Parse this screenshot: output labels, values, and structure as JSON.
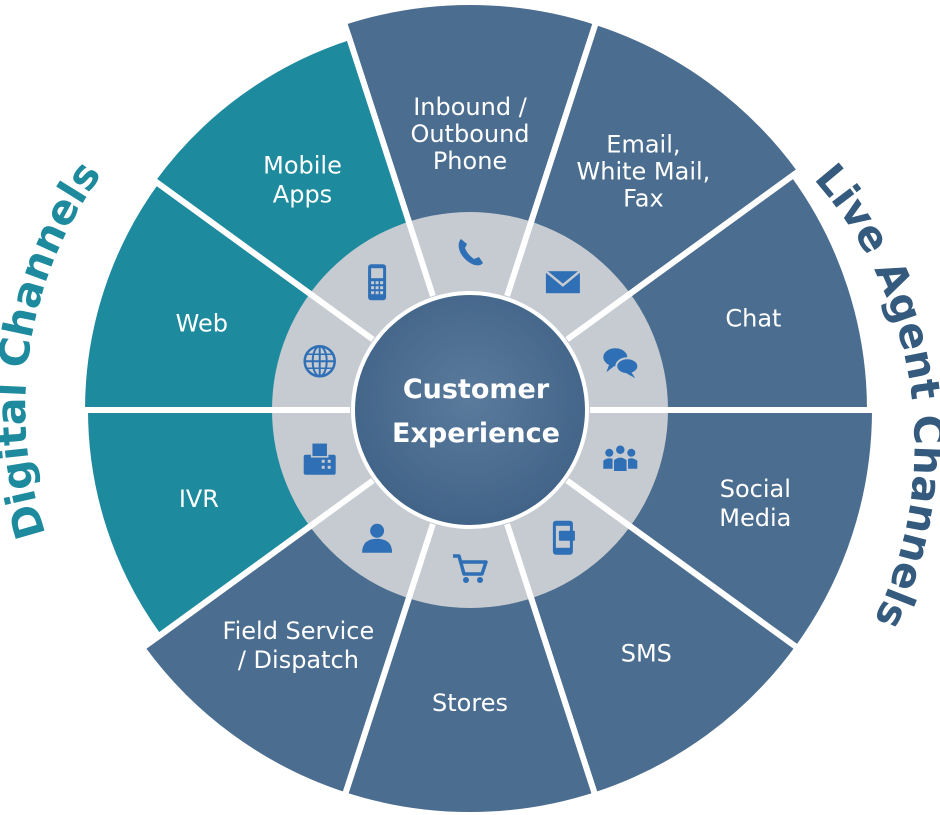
{
  "center": {
    "line1": "Customer",
    "line2": "Experience"
  },
  "side_titles": {
    "left": "Digital Channels",
    "right": "Live Agent Channels"
  },
  "segments": [
    {
      "id": "inbound-outbound-phone",
      "lines": [
        "Inbound /",
        "Outbound",
        "Phone"
      ],
      "icon": "phone-icon",
      "group": "live"
    },
    {
      "id": "email-white-mail-fax",
      "lines": [
        "Email,",
        "White Mail,",
        "Fax"
      ],
      "icon": "envelope-icon",
      "group": "live"
    },
    {
      "id": "chat",
      "lines": [
        "Chat"
      ],
      "icon": "chat-bubbles-icon",
      "group": "live"
    },
    {
      "id": "social-media",
      "lines": [
        "Social",
        "Media"
      ],
      "icon": "people-group-icon",
      "group": "live"
    },
    {
      "id": "sms",
      "lines": [
        "SMS"
      ],
      "icon": "smartphone-message-icon",
      "group": "live"
    },
    {
      "id": "stores",
      "lines": [
        "Stores"
      ],
      "icon": "shopping-cart-icon",
      "group": "live"
    },
    {
      "id": "field-service-dispatch",
      "lines": [
        "Field Service",
        "/ Dispatch"
      ],
      "icon": "person-icon",
      "group": "live"
    },
    {
      "id": "ivr",
      "lines": [
        "IVR"
      ],
      "icon": "fax-machine-icon",
      "group": "digital"
    },
    {
      "id": "web",
      "lines": [
        "Web"
      ],
      "icon": "globe-icon",
      "group": "digital"
    },
    {
      "id": "mobile-apps",
      "lines": [
        "Mobile",
        "Apps"
      ],
      "icon": "mobile-phone-icon",
      "group": "digital"
    }
  ],
  "colors": {
    "live": "#4b6d8f",
    "digital": "#1e8a9e",
    "ring": "#c6cbd1",
    "center": "#47698c",
    "icon": "#2f6fb5",
    "title_left": "#1e8a9e",
    "title_right": "#345a7e"
  }
}
